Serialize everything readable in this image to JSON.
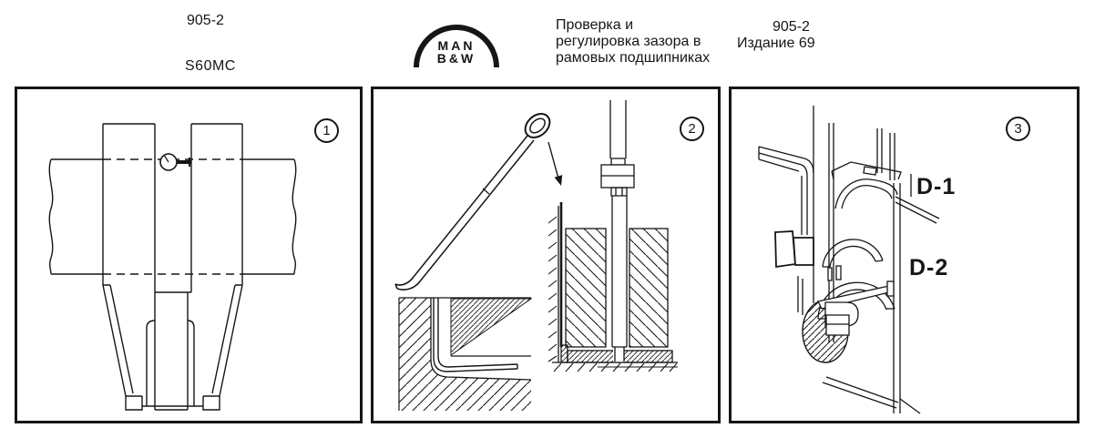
{
  "page": {
    "background": "#ffffff",
    "ink": "#161616"
  },
  "header": {
    "doc_number_left": "905-2",
    "engine_model": "S60MC",
    "logo_line1": "MAN",
    "logo_line2": "B&W",
    "title_line1": "Проверка и",
    "title_line2": "регулировка зазора в",
    "title_line3": "рамовых подшипниках",
    "doc_number_right": "905-2",
    "edition": "Издание 69"
  },
  "figures": {
    "fig1": {
      "number": "1",
      "name": "crank-throw-with-dial-gauge"
    },
    "fig2": {
      "number": "2",
      "name": "feeler-gauge-tool-and-bearing-stud-section"
    },
    "fig3": {
      "number": "3",
      "name": "main-bearing-shells-isometric",
      "label_d1": "D-1",
      "label_d2": "D-2"
    }
  }
}
